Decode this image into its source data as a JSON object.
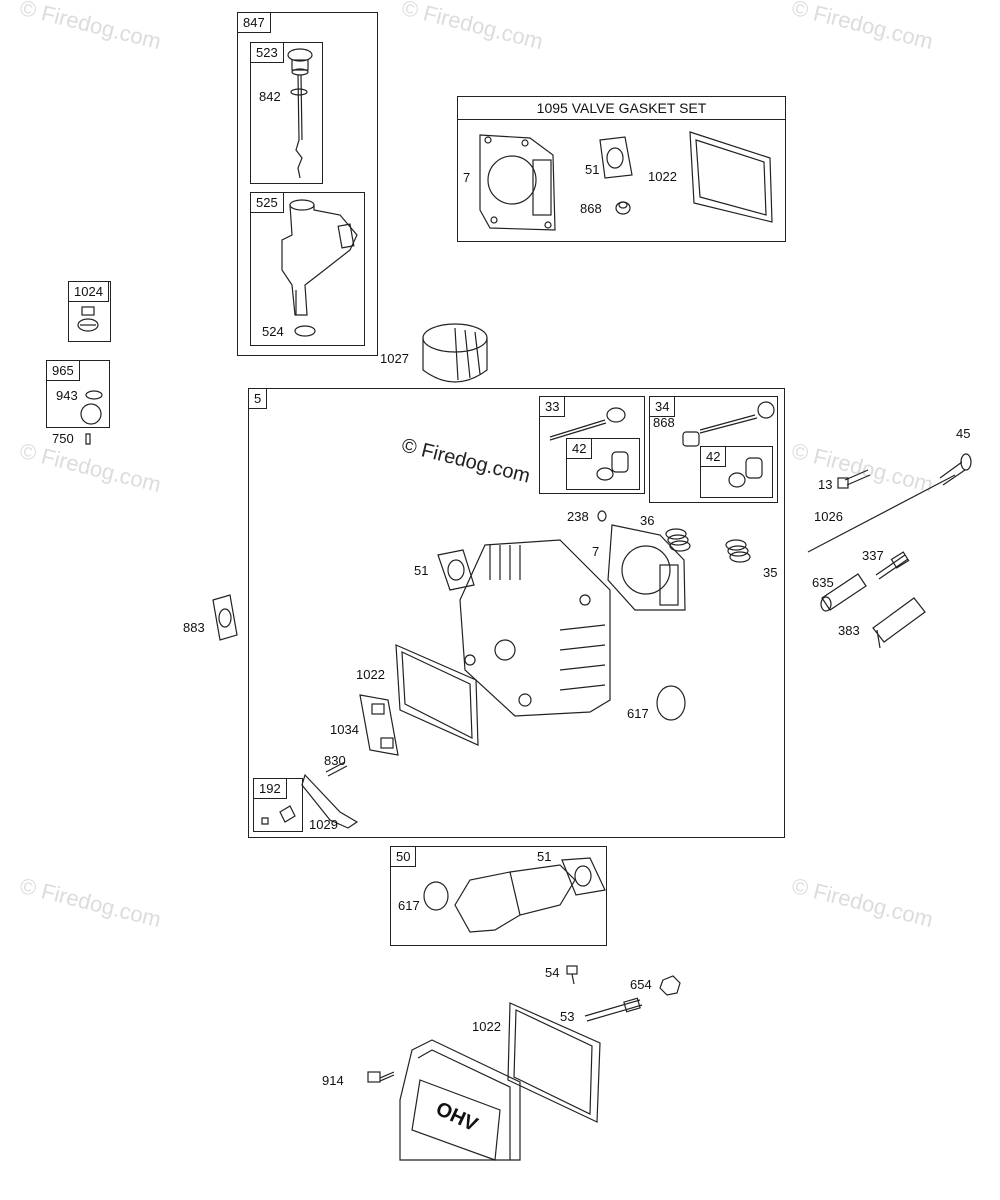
{
  "watermark": "© Firedog.com",
  "boxes": {
    "b847": "847",
    "b523": "523",
    "b525": "525",
    "b1024": "1024",
    "b965": "965",
    "b5": "5",
    "b33": "33",
    "b42a": "42",
    "b34": "34",
    "b42b": "42",
    "b192": "192",
    "b50": "50"
  },
  "valve_gasket_title": "1095 VALVE GASKET SET",
  "labels": {
    "l842": "842",
    "l524": "524",
    "l1027": "1027",
    "l943": "943",
    "l750": "750",
    "v7": "7",
    "v51": "51",
    "v868": "868",
    "v1022": "1022",
    "l868b": "868",
    "l238": "238",
    "l36": "36",
    "l7": "7",
    "l35": "35",
    "l51": "51",
    "l883": "883",
    "l1022": "1022",
    "l1034": "1034",
    "l830": "830",
    "l1029": "1029",
    "l617": "617",
    "l13": "13",
    "l45": "45",
    "l1026": "1026",
    "l337": "337",
    "l635": "635",
    "l383": "383",
    "l617b": "617",
    "l51b": "51",
    "l54": "54",
    "l654": "654",
    "l53": "53",
    "l1022b": "1022",
    "l914": "914"
  },
  "cover_text": "OHV"
}
